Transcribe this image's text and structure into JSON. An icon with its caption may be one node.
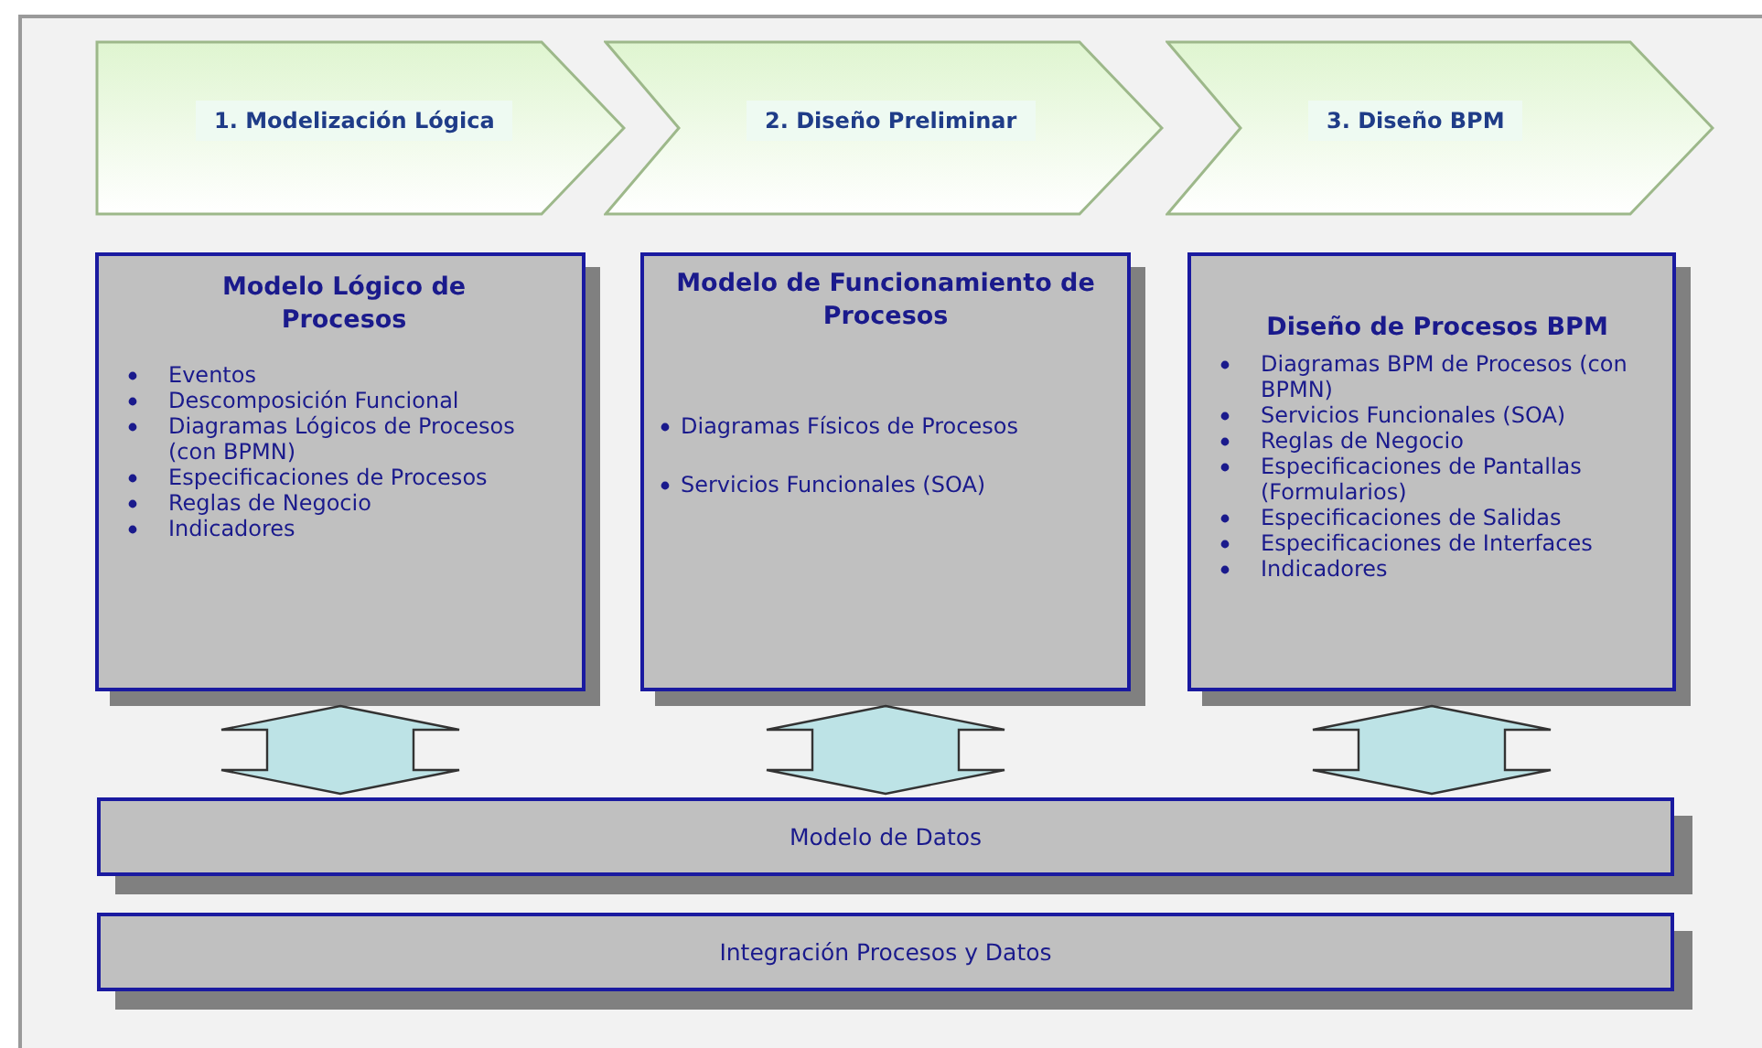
{
  "diagram": {
    "nodes": [
      {
        "text": [
          "1. Modelización Lógica"
        ]
      },
      {
        "text": [
          "2. Diseño Preliminar"
        ]
      },
      {
        "text": [
          "3. Diseño BPM"
        ]
      },
      {
        "text": [
          "Modelo Lógico de Procesos",
          "Eventos",
          "Descomposición Funcional",
          "Diagramas Lógicos de Procesos (con BPMN)",
          "Especificaciones de Procesos",
          "Reglas de Negocio",
          "Indicadores"
        ]
      },
      {
        "text": [
          "Modelo de Funcionamiento de Procesos",
          "Diagramas Físicos de Procesos",
          "Servicios Funcionales (SOA)"
        ]
      },
      {
        "text": [
          "Diseño de Procesos BPM",
          "Diagramas BPM de Procesos (con BPMN)",
          "Servicios Funcionales (SOA)",
          "Reglas de Negocio",
          "Especificaciones de Pantallas (Formularios)",
          "Especificaciones de Salidas",
          "Especificaciones de Interfaces",
          "Indicadores"
        ]
      },
      {
        "text": [
          "Modelo de Datos"
        ]
      },
      {
        "text": [
          "Integración Procesos y Datos"
        ]
      }
    ],
    "edges": [
      {
        "from": 3,
        "to": 6,
        "arrow": "both",
        "style": "thick"
      },
      {
        "from": 4,
        "to": 6,
        "arrow": "both",
        "style": "thick"
      },
      {
        "from": 5,
        "to": 6,
        "arrow": "both",
        "style": "thick"
      }
    ]
  }
}
